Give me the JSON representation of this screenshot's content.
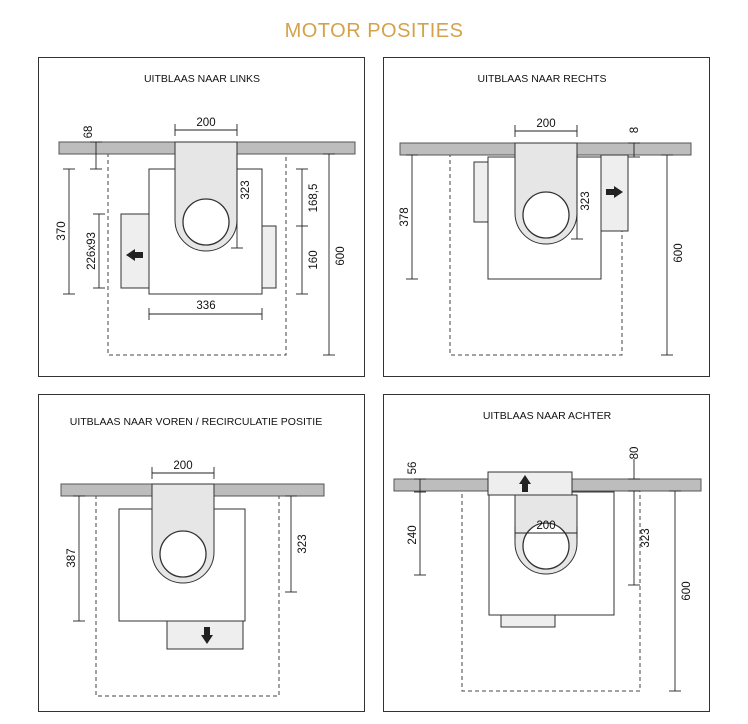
{
  "title": "MOTOR POSITIES",
  "panels": {
    "links": {
      "title": "UITBLAAS NAAR LINKS",
      "dims": {
        "a": "68",
        "b": "200",
        "c": "323",
        "d": "168,5",
        "e": "370",
        "f": "226x93",
        "g": "160",
        "h": "600",
        "i": "336"
      }
    },
    "rechts": {
      "title": "UITBLAAS NAAR RECHTS",
      "dims": {
        "a": "200",
        "b": "8",
        "c": "378",
        "d": "323",
        "e": "600"
      }
    },
    "voren": {
      "title": "UITBLAAS NAAR VOREN / RECIRCULATIE POSITIE",
      "dims": {
        "a": "200",
        "b": "387",
        "c": "323"
      }
    },
    "achter": {
      "title": "UITBLAAS NAAR ACHTER",
      "dims": {
        "a": "56",
        "b": "80",
        "c": "240",
        "d": "200",
        "e": "323",
        "f": "600"
      }
    }
  },
  "colors": {
    "title": "#d4a24a",
    "wall": "#bdbdbd",
    "chimney": "#e6e6e6"
  }
}
